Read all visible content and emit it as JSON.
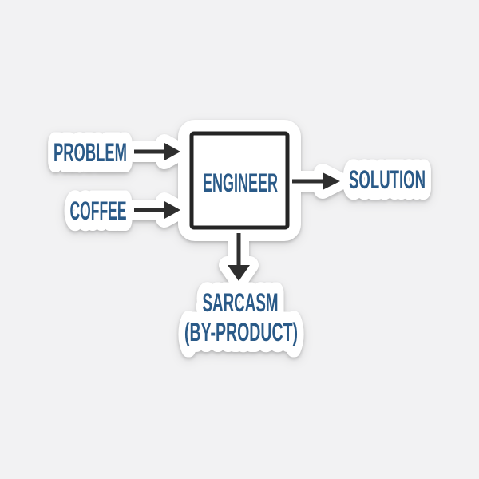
{
  "page": {
    "background_color": "#f2f2f3"
  },
  "sticker": {
    "style": "die-cut",
    "base_color": "#ffffff",
    "colors": {
      "label_text": "#2a5a88",
      "arrows": "#2e2e2e",
      "box_border": "#242424"
    },
    "labels": {
      "problem": "PROBLEM",
      "coffee": "COFFEE",
      "engineer": "ENGINEER",
      "solution": "SOLUTION",
      "sarcasm": "SARCASM",
      "byproduct": "(BY-PRODUCT)"
    }
  }
}
